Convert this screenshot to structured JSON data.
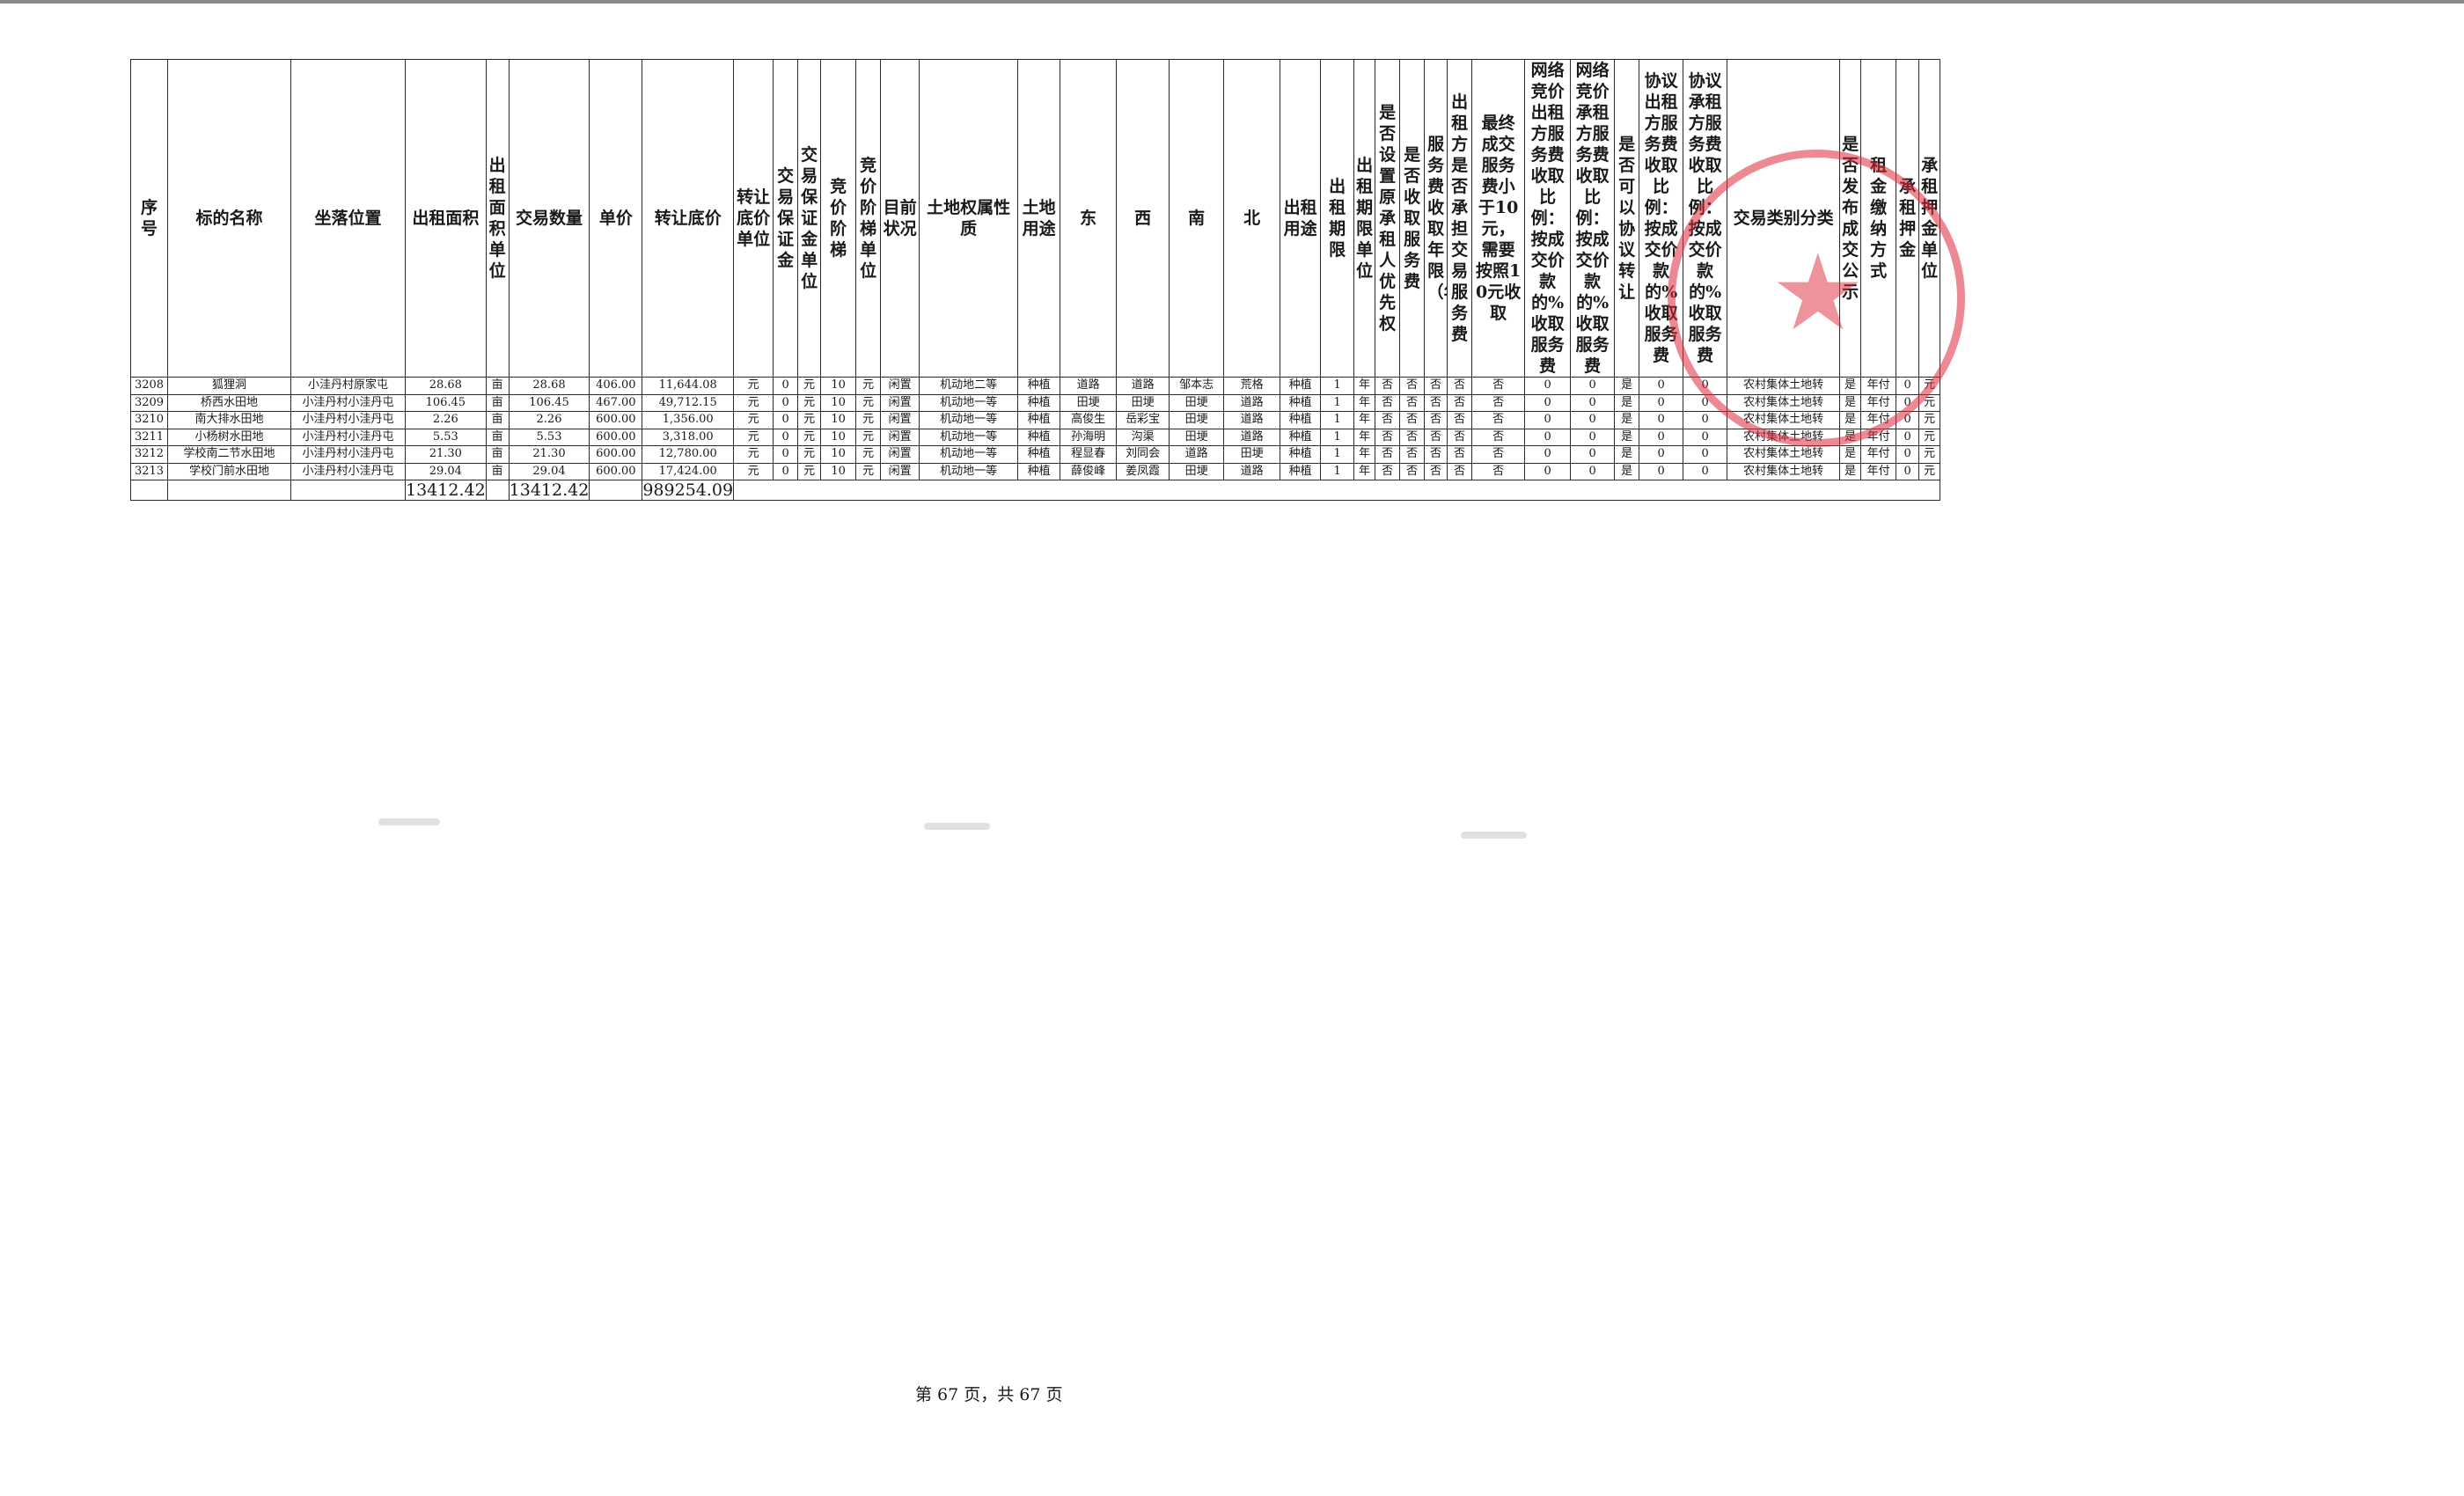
{
  "headers": [
    "序号",
    "标的名称",
    "坐落位置",
    "出租面积",
    "出租面积单位",
    "交易数量",
    "单价",
    "转让底价",
    "转让底价单位",
    "交易保证金",
    "交易保证金单位",
    "竞价阶梯",
    "竞价阶梯单位",
    "目前状况",
    "土地权属性质",
    "土地用途",
    "东",
    "西",
    "南",
    "北",
    "出租用途",
    "出租期限",
    "出租期限单位",
    "是否设置原承租人优先权",
    "是否收取服务费",
    "服务费收取年限（年）",
    "出租方是否承担交易服务费",
    "最终成交服务费小于10元，需要按照10元收取",
    "网络竞价出租方服务费收取比例：按成交价款的%收取服务费",
    "网络竞价承租方服务费收取比例：按成交价款的%收取服务费",
    "是否可以协议转让",
    "协议出租方服务费收取比例：按成交价款的%收取服务费",
    "协议承租方服务费收取比例：按成交价款的%收取服务费",
    "交易类别分类",
    "是否发布成交公示",
    "租金缴纳方式",
    "承租押金",
    "承租押金单位"
  ],
  "rows": [
    [
      "3208",
      "狐狸洞",
      "小洼丹村原家屯",
      "28.68",
      "亩",
      "28.68",
      "406.00",
      "11,644.08",
      "元",
      "0",
      "元",
      "10",
      "元",
      "闲置",
      "机动地二等",
      "种植",
      "道路",
      "道路",
      "邹本志",
      "荒格",
      "种植",
      "1",
      "年",
      "否",
      "否",
      "否",
      "否",
      "否",
      "0",
      "0",
      "是",
      "0",
      "0",
      "农村集体土地转",
      "是",
      "年付",
      "0",
      "元"
    ],
    [
      "3209",
      "桥西水田地",
      "小洼丹村小洼丹屯",
      "106.45",
      "亩",
      "106.45",
      "467.00",
      "49,712.15",
      "元",
      "0",
      "元",
      "10",
      "元",
      "闲置",
      "机动地一等",
      "种植",
      "田埂",
      "田埂",
      "田埂",
      "道路",
      "种植",
      "1",
      "年",
      "否",
      "否",
      "否",
      "否",
      "否",
      "0",
      "0",
      "是",
      "0",
      "0",
      "农村集体土地转",
      "是",
      "年付",
      "0",
      "元"
    ],
    [
      "3210",
      "南大排水田地",
      "小洼丹村小洼丹屯",
      "2.26",
      "亩",
      "2.26",
      "600.00",
      "1,356.00",
      "元",
      "0",
      "元",
      "10",
      "元",
      "闲置",
      "机动地一等",
      "种植",
      "高俊生",
      "岳彩宝",
      "田埂",
      "道路",
      "种植",
      "1",
      "年",
      "否",
      "否",
      "否",
      "否",
      "否",
      "0",
      "0",
      "是",
      "0",
      "0",
      "农村集体土地转",
      "是",
      "年付",
      "0",
      "元"
    ],
    [
      "3211",
      "小杨树水田地",
      "小洼丹村小洼丹屯",
      "5.53",
      "亩",
      "5.53",
      "600.00",
      "3,318.00",
      "元",
      "0",
      "元",
      "10",
      "元",
      "闲置",
      "机动地一等",
      "种植",
      "孙海明",
      "沟渠",
      "田埂",
      "道路",
      "种植",
      "1",
      "年",
      "否",
      "否",
      "否",
      "否",
      "否",
      "0",
      "0",
      "是",
      "0",
      "0",
      "农村集体土地转",
      "是",
      "年付",
      "0",
      "元"
    ],
    [
      "3212",
      "学校南二节水田地",
      "小洼丹村小洼丹屯",
      "21.30",
      "亩",
      "21.30",
      "600.00",
      "12,780.00",
      "元",
      "0",
      "元",
      "10",
      "元",
      "闲置",
      "机动地一等",
      "种植",
      "程显春",
      "刘同会",
      "道路",
      "田埂",
      "种植",
      "1",
      "年",
      "否",
      "否",
      "否",
      "否",
      "否",
      "0",
      "0",
      "是",
      "0",
      "0",
      "农村集体土地转",
      "是",
      "年付",
      "0",
      "元"
    ],
    [
      "3213",
      "学校门前水田地",
      "小洼丹村小洼丹屯",
      "29.04",
      "亩",
      "29.04",
      "600.00",
      "17,424.00",
      "元",
      "0",
      "元",
      "10",
      "元",
      "闲置",
      "机动地一等",
      "种植",
      "薛俊峰",
      "姜凤霞",
      "田埂",
      "道路",
      "种植",
      "1",
      "年",
      "否",
      "否",
      "否",
      "否",
      "否",
      "0",
      "0",
      "是",
      "0",
      "0",
      "农村集体土地转",
      "是",
      "年付",
      "0",
      "元"
    ]
  ],
  "totals": {
    "area": "13412.42",
    "quantity": "13412.42",
    "price": "989254.09"
  },
  "footer": "第 67 页，共 67 页",
  "stamp_color": "#de283a"
}
